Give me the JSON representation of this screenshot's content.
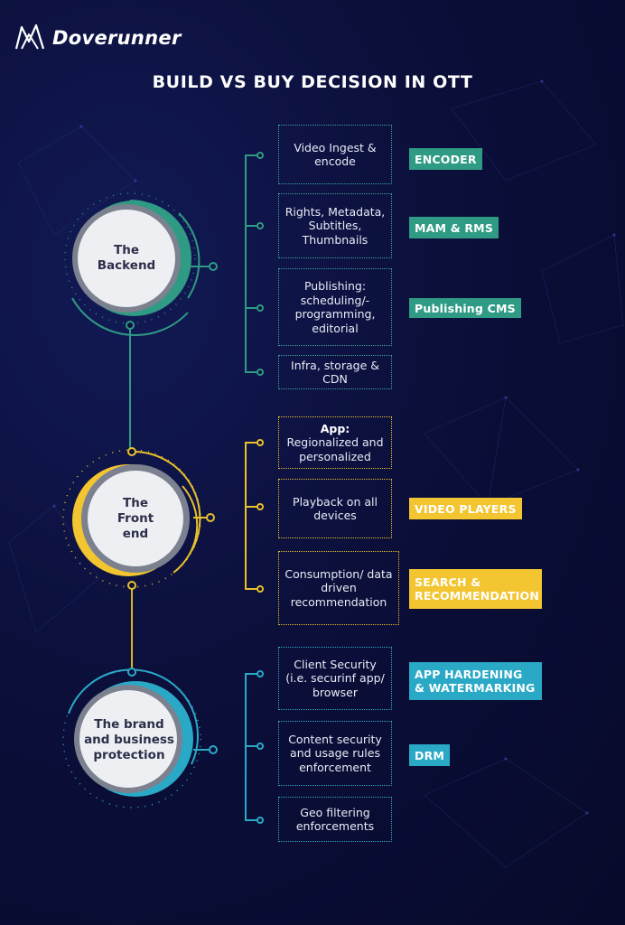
{
  "brand": {
    "name": "Doverunner"
  },
  "title": "BUILD VS BUY DECISION IN OTT",
  "colors": {
    "teal": "#2f9b84",
    "yellow": "#f2c531",
    "blue": "#2aa9c7",
    "background": "#0b0f3a"
  },
  "sections": [
    {
      "label_lines": [
        "The",
        "Backend"
      ],
      "color": "teal",
      "items": [
        {
          "text": "Video Ingest & encode",
          "tag": "ENCODER"
        },
        {
          "text": "Rights, Metadata, Subtitles, Thumbnails",
          "tag": "MAM & RMS"
        },
        {
          "text": "Publishing: scheduling/- programming, editorial",
          "tag": "Publishing CMS"
        },
        {
          "text": "Infra, storage & CDN",
          "tag": ""
        }
      ]
    },
    {
      "label_lines": [
        "The",
        "Front",
        "end"
      ],
      "color": "yellow",
      "items": [
        {
          "bold": "App:",
          "text": " Regionalized and personalized",
          "tag": ""
        },
        {
          "text": "Playback on all devices",
          "tag": "VIDEO PLAYERS"
        },
        {
          "text": "Consumption/ data driven recommendation",
          "tag": "SEARCH & RECOMMENDATION"
        }
      ]
    },
    {
      "label_lines": [
        "The brand",
        "and business",
        "protection"
      ],
      "color": "blue",
      "items": [
        {
          "text": "Client Security (i.e. securinf app/ browser",
          "tag": "APP HARDENING & WATERMARKING"
        },
        {
          "text": "Content security and usage rules enforcement",
          "tag": "DRM"
        },
        {
          "text": "Geo filtering enforcements",
          "tag": ""
        }
      ]
    }
  ]
}
